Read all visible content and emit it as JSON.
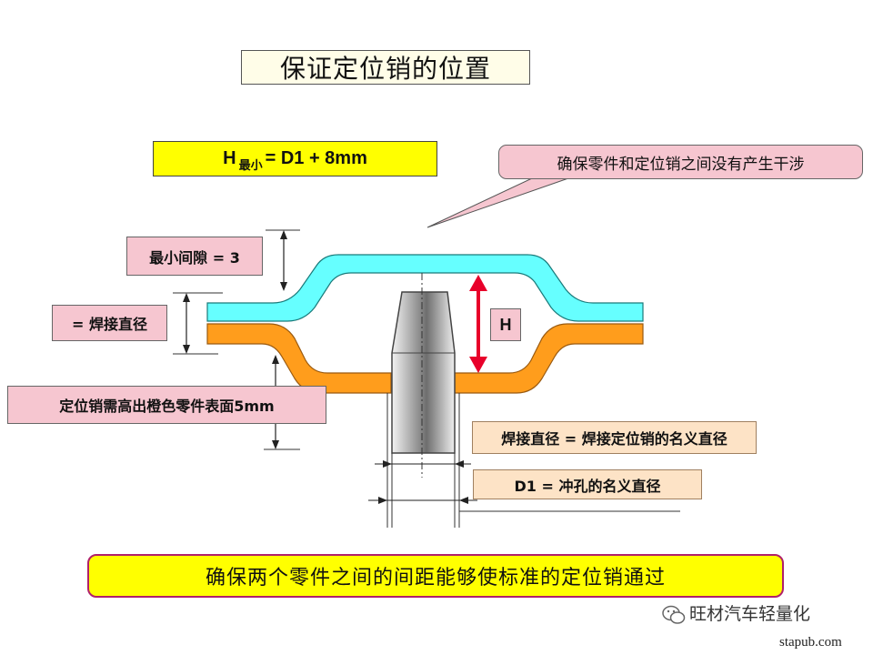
{
  "title": "保证定位销的位置",
  "formula": {
    "left": "H",
    "subscript": "最小",
    "right": "= D1 + 8mm"
  },
  "callouts": {
    "no_interference": "确保零件和定位销之间没有产生干涉",
    "min_gap": "最小间隙 = 3",
    "weld_diameter": "= 焊接直径",
    "pin_height": "定位销需高出橙色零件表面5mm",
    "h_label": "H",
    "weld_definition": "焊接直径 = 焊接定位销的名义直径",
    "d1_definition": "D1 = 冲孔的名义直径"
  },
  "bottom_banner": "确保两个零件之间的间距能够使标准的定位销通过",
  "watermark": {
    "brand": "旺材汽车轻量化",
    "url": "stapub.com"
  },
  "colors": {
    "upper_part": "#66ffff",
    "lower_part": "#ff9d1c",
    "arrow_red": "#e8002a",
    "formula_bg": "#ffff00",
    "callout_pink": "#f6c6d0",
    "callout_peach": "#fde3c6",
    "banner_border": "#b0206a"
  }
}
